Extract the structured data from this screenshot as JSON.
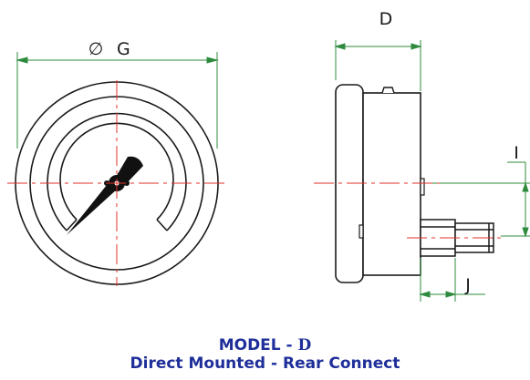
{
  "front_view": {
    "diameter_label": "G",
    "diameter_symbol": "∅"
  },
  "side_view": {
    "depth_label": "D",
    "offset_label": "I",
    "connector_label": "J"
  },
  "caption": {
    "model_prefix": "MODEL - ",
    "model_letter": "D",
    "description": "Direct Mounted - Rear Connect"
  },
  "colors": {
    "outline": "#1a1a1a",
    "dimension": "#2e8b3e",
    "centerline": "#e0302a",
    "caption": "#1f2f9a"
  }
}
